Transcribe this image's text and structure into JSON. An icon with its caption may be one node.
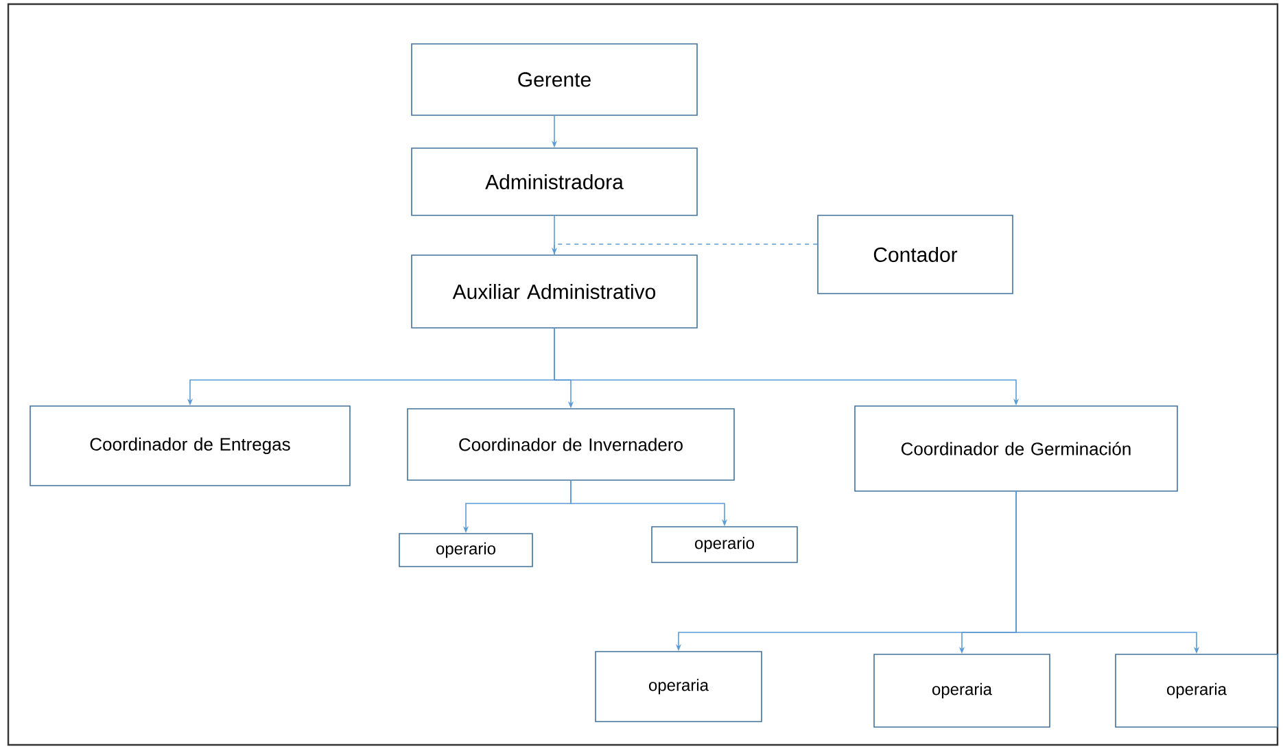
{
  "diagram": {
    "nodes": [
      {
        "text": [
          "Gerente"
        ]
      },
      {
        "text": [
          "Administradora"
        ]
      },
      {
        "text": [
          "Contador"
        ]
      },
      {
        "text": [
          "Auxiliar Administrativo"
        ]
      },
      {
        "text": [
          "Coordinador de Entregas"
        ]
      },
      {
        "text": [
          "Coordinador de Invernadero"
        ]
      },
      {
        "text": [
          "Coordinador de Germinación"
        ]
      },
      {
        "text": [
          "operario"
        ]
      },
      {
        "text": [
          "operario"
        ]
      },
      {
        "text": [
          "operaria"
        ]
      },
      {
        "text": [
          "operaria"
        ]
      },
      {
        "text": [
          "operaria"
        ]
      }
    ],
    "edges": [
      {
        "from": 0,
        "to": 1,
        "arrow": "to"
      },
      {
        "from": 1,
        "to": 3,
        "arrow": "to"
      },
      {
        "from": 2,
        "to": 3,
        "arrow": "none",
        "style": "dashed"
      },
      {
        "from": 3,
        "to": 4,
        "arrow": "to"
      },
      {
        "from": 3,
        "to": 5,
        "arrow": "to"
      },
      {
        "from": 3,
        "to": 6,
        "arrow": "to"
      },
      {
        "from": 5,
        "to": 7,
        "arrow": "to"
      },
      {
        "from": 5,
        "to": 8,
        "arrow": "to"
      },
      {
        "from": 6,
        "to": 9,
        "arrow": "to"
      },
      {
        "from": 6,
        "to": 10,
        "arrow": "to"
      },
      {
        "from": 6,
        "to": 11,
        "arrow": "to"
      }
    ]
  }
}
